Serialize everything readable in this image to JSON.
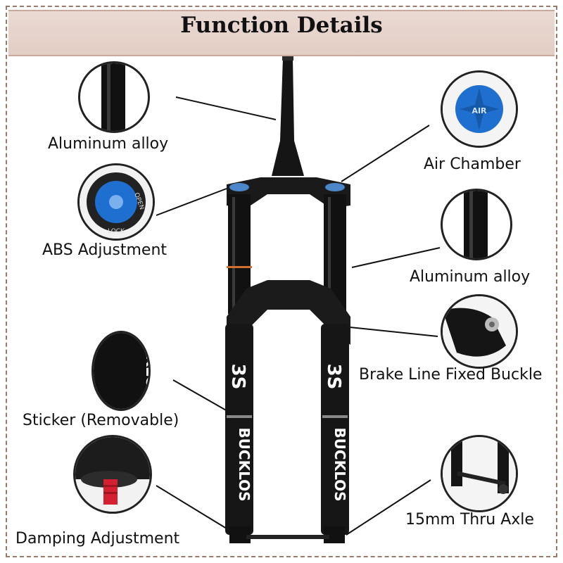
{
  "title": "Function Details",
  "features": {
    "aluminum_alloy_left": "Aluminum alloy",
    "abs_adjustment": "ABS Adjustment",
    "sticker": "Sticker (Removable)",
    "damping_adjustment": "Damping Adjustment",
    "air_chamber": "Air Chamber",
    "aluminum_alloy_right": "Aluminum alloy",
    "brake_line_buckle": "Brake Line Fixed Buckle",
    "thru_axle": "15mm Thru Axle"
  },
  "brand": {
    "name": "BUCKLOS",
    "logo": "3S",
    "sticker_fragment": "CKLOS"
  },
  "knob_labels": {
    "air": "AIR",
    "open": "OPEN",
    "lock": "LOCK"
  },
  "colors": {
    "title_bar": "#e2cdc3",
    "knob_blue": "#1f6fd0",
    "fork_black": "#151515",
    "damping_red": "#d42030"
  }
}
